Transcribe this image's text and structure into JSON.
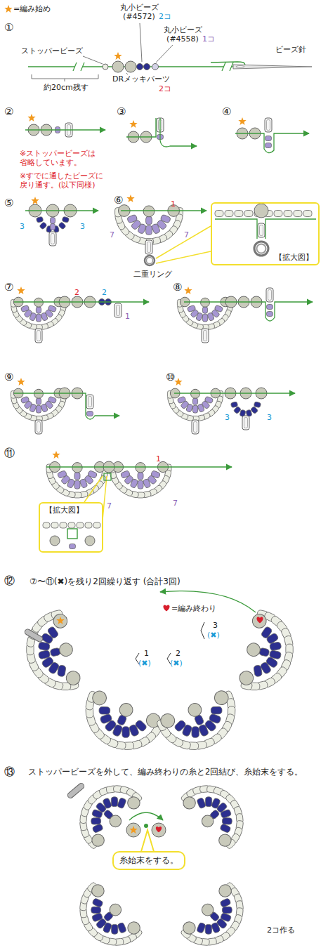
{
  "diagram": {
    "nodes": [
      {
        "text": [
          "【拡大図】"
        ]
      },
      {
        "text": [
          "【拡大図】"
        ]
      },
      {
        "text": [
          "糸始末をする。"
        ]
      }
    ],
    "labels": [
      "①",
      "丸小ビーズ (#4572)",
      "2コ",
      "丸小ビーズ (#4558)",
      "1コ",
      "ストッパービーズ",
      "ビーズ針",
      "約20cm残す",
      "DRメッキパーツ",
      "2コ",
      "②",
      "③",
      "④",
      "※ストッパービーズは 省略しています。",
      "※すでに通したビーズに 戻り通す。(以下同様)",
      "⑤",
      "3",
      "3",
      "⑥",
      "1",
      "7",
      "7",
      "二重リング",
      "⑦",
      "2",
      "2",
      "1",
      "⑧",
      "⑨",
      "⑩",
      "3",
      "3",
      "⑪",
      "1",
      "7",
      "7",
      "⑫",
      "⑦〜⑪(✖)を残り2回繰り返す (合計3回)",
      "1",
      "(✖)",
      "2",
      "(✖)",
      "3",
      "(✖)",
      "⑬",
      "ストッパービーズを外して、編み終わりの糸と2回結び、糸始末をする。",
      "2コ作る"
    ],
    "legend": [
      {
        "text": "=編み始め"
      },
      {
        "text": "=編み終わり"
      }
    ]
  }
}
